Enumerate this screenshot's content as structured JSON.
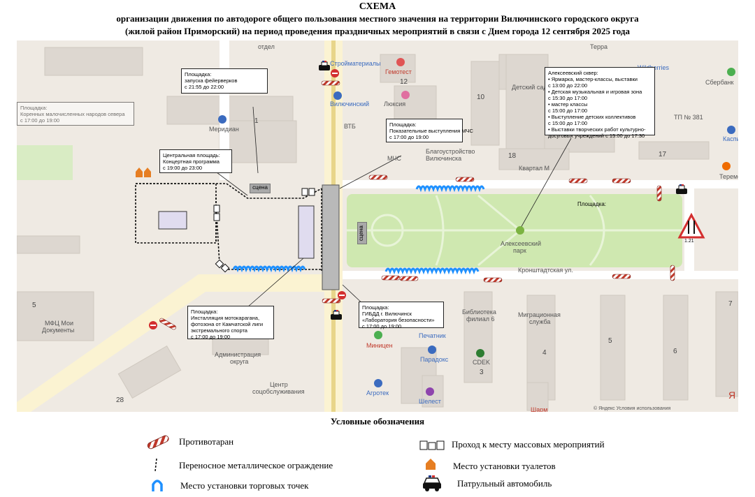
{
  "header": {
    "line1": "СХЕМА",
    "line2": "организации движения по автодороге общего пользования местного значения на территории Вилючинского городского округа",
    "line3": "(жилой район Приморский) на период проведения праздничных мероприятий в связи с Днем города 12 сентября 2025 года"
  },
  "map": {
    "stage_label": "сцена",
    "sign_label": "1.21",
    "labels": {
      "otdel": "отдел",
      "stroymaterialy": "Стройматериалы",
      "gemotest": "Гемотест",
      "terra": "Терра",
      "wildberries": "Wildberries",
      "sberbank": "Сбербанк",
      "detskiy_sad": "Детский сад",
      "viluchinsky": "Вилючинский",
      "lyuksiya": "Люксия",
      "vtb": "ВТБ",
      "meridian": "Меридиан",
      "tp": "ТП № 381",
      "kaspi": "Каспи",
      "blagoustroystvo_1": "Благоустройство",
      "blagoustroystvo_2": "Вилючинска",
      "mchs": "МЧС",
      "kvartal": "Квартал М",
      "teremok": "Теремок",
      "park_1": "Алексеевский",
      "park_2": "парк",
      "kronshtadt": "Кронштадтская ул.",
      "mfc_1": "МФЦ Мои",
      "mfc_2": "Документы",
      "adm_1": "Администрация",
      "adm_2": "округа",
      "center_1": "Центр",
      "center_2": "соцобслуживания",
      "minicen": "Миницен",
      "pechatnik": "Печатник",
      "paradoks": "Парадокс",
      "agrotek": "Агротек",
      "shelest": "Шелест",
      "biblio_1": "Библиотека",
      "biblio_2": "филиал 6",
      "migr_1": "Миграционная",
      "migr_2": "служба",
      "cdek": "CDEK",
      "sharm": "Шарм",
      "copyright": "© Яндекс   Условия использования",
      "ya": "Я"
    },
    "numbers": {
      "n12": "12",
      "n10": "10",
      "n1": "1",
      "n18": "18",
      "n17": "17",
      "n5a": "5",
      "n28": "28",
      "n3": "3",
      "n4": "4",
      "n5b": "5",
      "n6": "6",
      "n7": "7"
    },
    "callouts": {
      "fireworks": [
        "Площадка:",
        "запуска фейерверков",
        "с 21:55 до 22:00"
      ],
      "indigenous": [
        "Площадка:",
        "Коренных малочисленных народов севера",
        "с 17:00 до 19:00"
      ],
      "central": [
        "Центральная площадь:",
        "Концертная программа",
        "с 19:00 до 23:00"
      ],
      "mchs": [
        "Площадка:",
        "Показательные выступления МЧС",
        "с 17:00 до 19:00"
      ],
      "square": [
        "Алексеевский сквер:",
        "• Ярмарка, мастер-классы, выставки",
        "с 13:00 до 22:00",
        "• Детская музыкальная и игровая зона",
        "с 15:30 до 17:00",
        "• мастер классы",
        "с 15:00 до 17:00",
        "• Выступление детских коллективов",
        "с 15:00 до 17:00",
        "• Выставки творческих работ культурно-",
        "досуговых учреждений с 15:00 до 17:30"
      ],
      "square_field": "Площадка:",
      "moto": [
        "Площадка:",
        "Инсталляция мотокарагана,",
        "фотозона от Камчатской лиги",
        "экстремального спорта",
        "с 17:00 до 19:00"
      ],
      "gibdd": [
        "Площадка:",
        "ГИБДД г. Вилючинск",
        "«Лаборатория безопасности»",
        "с 17:00 до 19:00"
      ]
    }
  },
  "legend": {
    "title": "Условные обозначения",
    "items": {
      "barrier": "Противотаран",
      "fence": "Переносное металлическое ограждение",
      "stalls": "Место установки торговых точек",
      "passage": "Проход к месту массовых мероприятий",
      "toilets": "Место установки туалетов",
      "patrol": "Патрульный автомобиль"
    }
  },
  "colors": {
    "barrier": "#c0392b",
    "stalls": "#1e90ff",
    "park": "#cfe8b0",
    "road": "#fbf3d2"
  }
}
